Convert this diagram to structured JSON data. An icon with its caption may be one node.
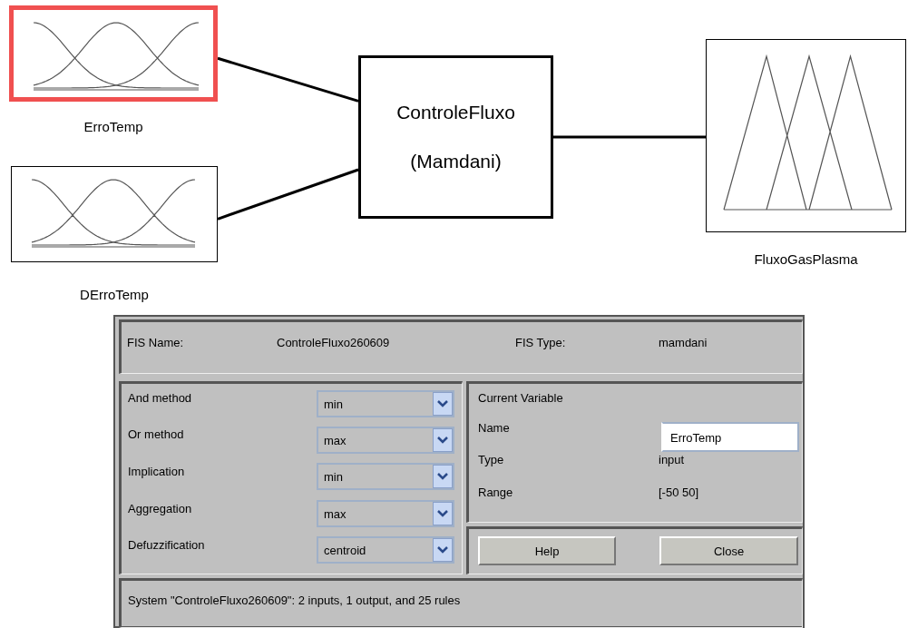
{
  "diagram": {
    "nodes": [
      {
        "text": [
          "ErroTemp"
        ]
      },
      {
        "text": [
          "DErroTemp"
        ]
      },
      {
        "text": [
          "ControleFluxo",
          "(Mamdani)"
        ]
      },
      {
        "text": [
          "FluxoGasPlasma"
        ]
      }
    ],
    "edges": [
      {
        "from": 0,
        "to": 2,
        "arrow": "none"
      },
      {
        "from": 1,
        "to": 2,
        "arrow": "none"
      },
      {
        "from": 2,
        "to": 3,
        "arrow": "none"
      }
    ],
    "labels": [
      "FIS Name:",
      "ControleFluxo260609",
      "FIS Type:",
      "mamdani",
      "And method",
      "min",
      "Or method",
      "max",
      "Implication",
      "min",
      "Aggregation",
      "max",
      "Defuzzification",
      "centroid",
      "Current Variable",
      "Name",
      "ErroTemp",
      "Type",
      "input",
      "Range",
      "[-50 50]",
      "Help",
      "Close",
      "System \"ControleFluxo260609\": 2 inputs, 1 output, and 25 rules"
    ]
  }
}
